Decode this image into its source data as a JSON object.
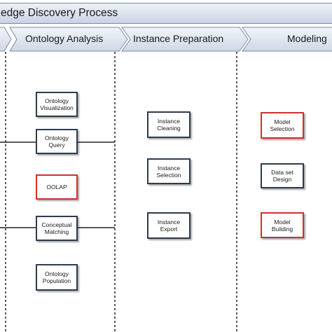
{
  "title": "edge Discovery Process",
  "phases": [
    {
      "label": ""
    },
    {
      "label": "Ontology Analysis"
    },
    {
      "label": "Instance Preparation"
    },
    {
      "label": "Modeling"
    }
  ],
  "colors": {
    "box_border": "#2e3b4e",
    "highlight_border": "#d32f2f",
    "header_fill": "#dfe6f0"
  },
  "boxes": {
    "ontology_visualization": "Ontology\nVisualization",
    "ontology_query": "Ontology\nQuery",
    "oolap": "OOLAP",
    "conceptual_matching": "Conceptual\nMatching",
    "ontology_population": "Ontology\nPopulation",
    "instance_cleaning": "Instance\nCleaning",
    "instance_selection": "Instance\nSelection",
    "instance_export": "Instance\nExport",
    "model_selection": "Model\nSelection",
    "data_set_design": "Data set\nDesign",
    "model_building": "Model\nBuilding"
  }
}
